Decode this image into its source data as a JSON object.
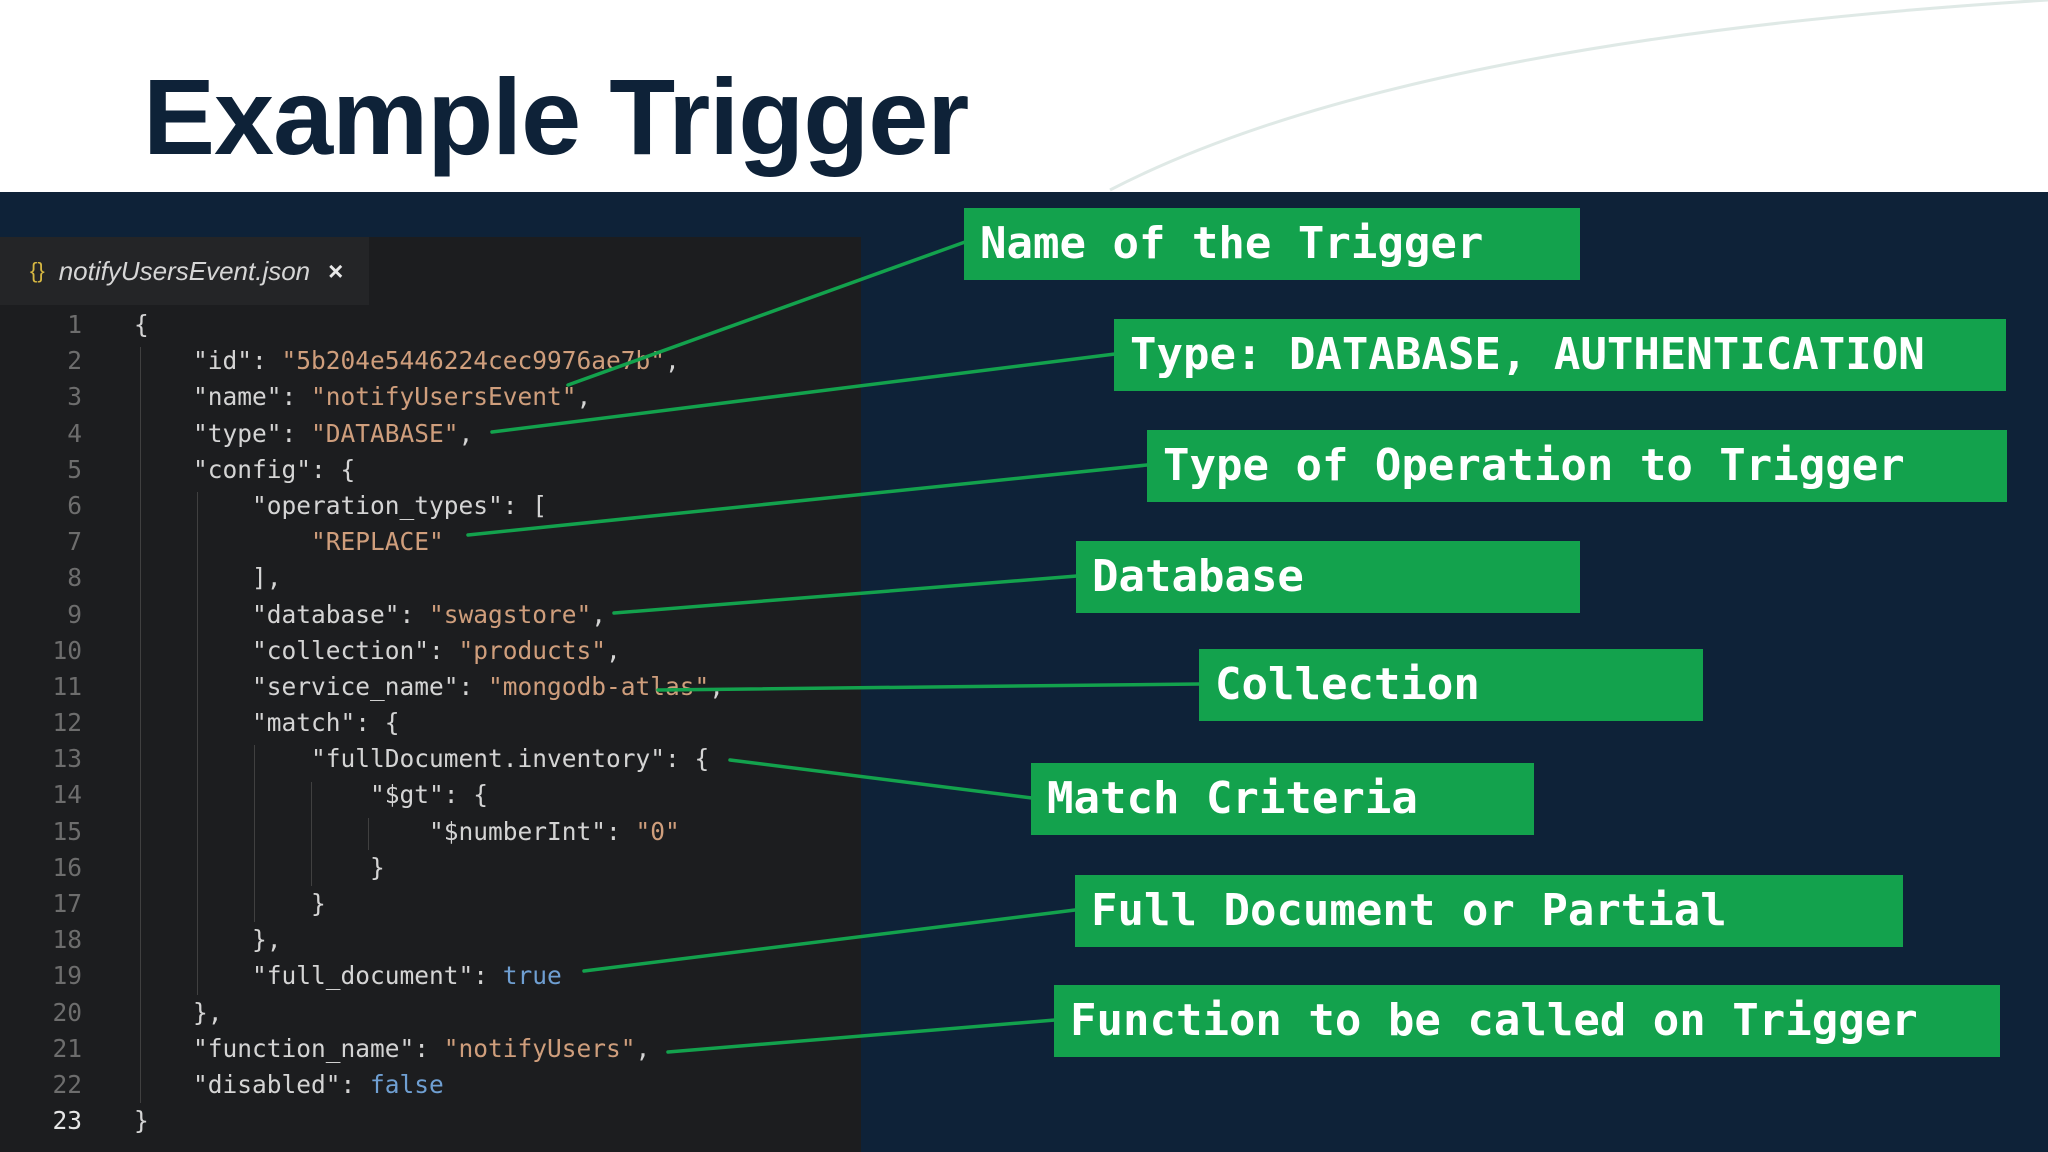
{
  "slide": {
    "title": "Example Trigger"
  },
  "editor": {
    "tab": {
      "icon": "json-braces-icon",
      "filename": "notifyUsersEvent.json",
      "close_glyph": "×"
    },
    "active_line": 23,
    "lines": [
      [
        {
          "t": "k",
          "v": "{"
        }
      ],
      [
        {
          "t": "k",
          "v": "    \"id\": "
        },
        {
          "t": "s",
          "v": "\"5b204e5446224cec9976ae7b\""
        },
        {
          "t": "k",
          "v": ","
        }
      ],
      [
        {
          "t": "k",
          "v": "    \"name\": "
        },
        {
          "t": "s",
          "v": "\"notifyUsersEvent\""
        },
        {
          "t": "k",
          "v": ","
        }
      ],
      [
        {
          "t": "k",
          "v": "    \"type\": "
        },
        {
          "t": "s",
          "v": "\"DATABASE\""
        },
        {
          "t": "k",
          "v": ","
        }
      ],
      [
        {
          "t": "k",
          "v": "    \"config\": {"
        }
      ],
      [
        {
          "t": "k",
          "v": "        \"operation_types\": ["
        }
      ],
      [
        {
          "t": "s",
          "v": "            \"REPLACE\""
        }
      ],
      [
        {
          "t": "k",
          "v": "        ],"
        }
      ],
      [
        {
          "t": "k",
          "v": "        \"database\": "
        },
        {
          "t": "s",
          "v": "\"swagstore\""
        },
        {
          "t": "k",
          "v": ","
        }
      ],
      [
        {
          "t": "k",
          "v": "        \"collection\": "
        },
        {
          "t": "s",
          "v": "\"products\""
        },
        {
          "t": "k",
          "v": ","
        }
      ],
      [
        {
          "t": "k",
          "v": "        \"service_name\": "
        },
        {
          "t": "s",
          "v": "\"mongodb-atlas\""
        },
        {
          "t": "k",
          "v": ","
        }
      ],
      [
        {
          "t": "k",
          "v": "        \"match\": {"
        }
      ],
      [
        {
          "t": "k",
          "v": "            \"fullDocument.inventory\": {"
        }
      ],
      [
        {
          "t": "k",
          "v": "                \"$gt\": {"
        }
      ],
      [
        {
          "t": "k",
          "v": "                    \"$numberInt\": "
        },
        {
          "t": "s",
          "v": "\"0\""
        }
      ],
      [
        {
          "t": "k",
          "v": "                }"
        }
      ],
      [
        {
          "t": "k",
          "v": "            }"
        }
      ],
      [
        {
          "t": "k",
          "v": "        },"
        }
      ],
      [
        {
          "t": "k",
          "v": "        \"full_document\": "
        },
        {
          "t": "b",
          "v": "true"
        }
      ],
      [
        {
          "t": "k",
          "v": "    },"
        }
      ],
      [
        {
          "t": "k",
          "v": "    \"function_name\": "
        },
        {
          "t": "s",
          "v": "\"notifyUsers\""
        },
        {
          "t": "k",
          "v": ","
        }
      ],
      [
        {
          "t": "k",
          "v": "    \"disabled\": "
        },
        {
          "t": "b",
          "v": "false"
        }
      ],
      [
        {
          "t": "k",
          "v": "}"
        }
      ]
    ]
  },
  "callouts": {
    "name": "Name of the Trigger",
    "type": "Type: DATABASE, AUTHENTICATION",
    "operation": "Type of Operation to Trigger",
    "database": "Database",
    "collection": "Collection",
    "match": "Match Criteria",
    "full_document": "Full Document or Partial",
    "function": "Function to be called on Trigger"
  },
  "colors": {
    "title": "#0e2238",
    "band": "#0e2238",
    "editor_bg": "#1c1d1f",
    "callout": "#13a24d",
    "leader": "#13a24d",
    "string": "#cf9e7c",
    "boolean": "#6f9fd2"
  }
}
